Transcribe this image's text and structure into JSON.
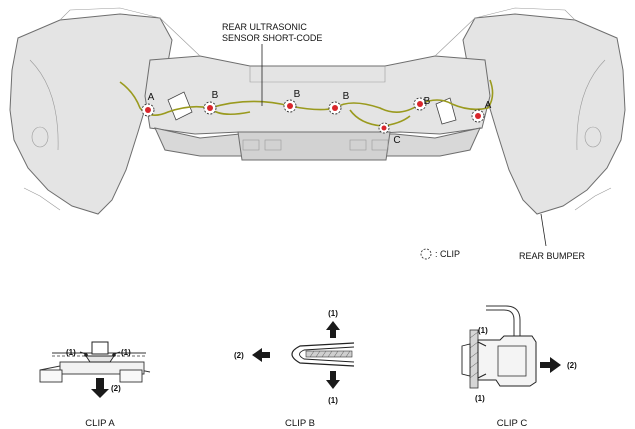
{
  "labels": {
    "sensor_harness": [
      "REAR ULTRASONIC",
      "SENSOR SHORT-CODE"
    ],
    "rear_bumper": "REAR BUMPER",
    "clip_legend": ": CLIP",
    "clip_mark_a": "A",
    "clip_mark_b": "B",
    "clip_mark_c": "C"
  },
  "details": {
    "clip_a": {
      "caption": "CLIP A",
      "step1": "(1)",
      "step2": "(2)"
    },
    "clip_b": {
      "caption": "CLIP B",
      "step1": "(1)",
      "step2": "(2)"
    },
    "clip_c": {
      "caption": "CLIP C",
      "step1": "(1)",
      "step2": "(2)"
    }
  },
  "colors": {
    "bumper_fill": "#e4e4e4",
    "bumper_stroke": "#6e6e6e",
    "harness": "#9a9a1e",
    "sensor_red": "#d8262c",
    "leader": "#222222"
  }
}
